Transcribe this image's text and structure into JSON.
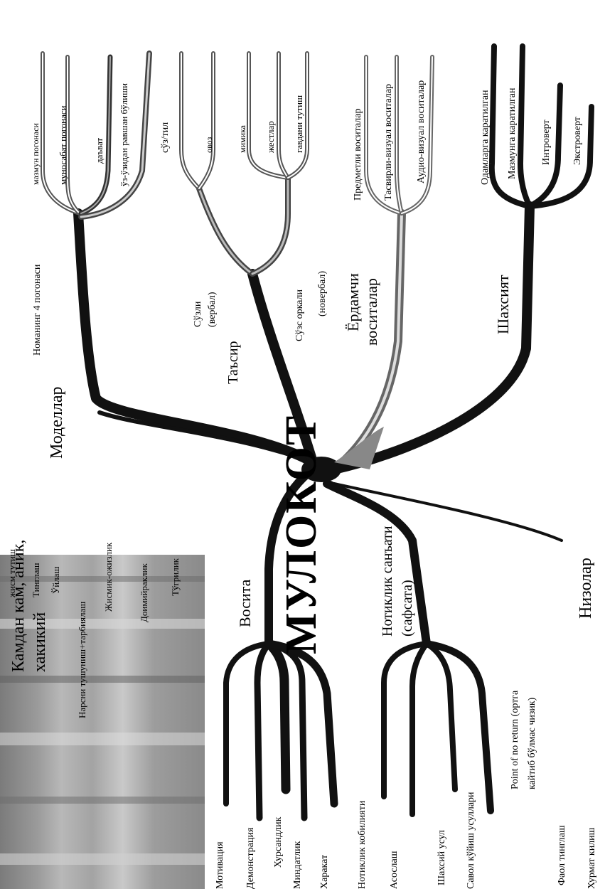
{
  "center": "МУЛОКОТ",
  "top_left": {
    "line1": "Камдан кам, аник,",
    "line2": "хакикий"
  },
  "branches": {
    "models": {
      "title": "Моделлар",
      "sub": "Номанинг 4 погонаси",
      "leaves": [
        "мазмун погонаси",
        "муносабат погонаси",
        "даъват",
        "ўз-ўзидан равшан бўлиши"
      ]
    },
    "influence": {
      "title": "Таъсир",
      "verbal": {
        "label": "Сўзли",
        "paren": "(вербал)",
        "leaves": [
          "сўз/тил",
          "овоз"
        ]
      },
      "nonverbal": {
        "label": "Сўзс оркали",
        "paren": "(новербал)",
        "leaves": [
          "мимика",
          "жестлар",
          "гавдани тутиш"
        ]
      }
    },
    "aids": {
      "title1": "Ёрдамчи",
      "title2": "воситалар",
      "leaves": [
        "Предметли воситалар",
        "Тасвирли-визуал воситалар",
        "Аудио-визуал воситалар"
      ]
    },
    "person": {
      "title": "Шахсият",
      "leaves": [
        "Одамларга каратилган",
        "Мазмунга каратилган",
        "Интроверт",
        "Экстроверт"
      ]
    },
    "means": {
      "title": "Восита",
      "leaves": [
        "Мотивация",
        "Демонстрация",
        "Хурсандлик",
        "Миндатлик",
        "Харакат"
      ]
    },
    "oratory": {
      "title1": "Нотиклик санъати",
      "title2": "(сафсата)",
      "leaves": [
        "Нотиклик кобилияти",
        "Асослаш",
        "Шахсий усул",
        "Савол кўйиш усуллари"
      ]
    },
    "disputes": {
      "title": "Низолар"
    }
  },
  "point_of_no_return": {
    "line1": "Point of no return (ортга",
    "line2": "кайтиб бўлмас чизик)"
  },
  "bottom_right": [
    "Фаол тинглаш",
    "Хурмат килиш"
  ],
  "left_list": [
    "жисм тутиш",
    "Тинглаш",
    "Ўйлаш",
    "Нарсни тушуниш+тарбиялаш",
    "Жисмик-ожизлик",
    "Доимийраклик",
    "Тўгрилик"
  ]
}
